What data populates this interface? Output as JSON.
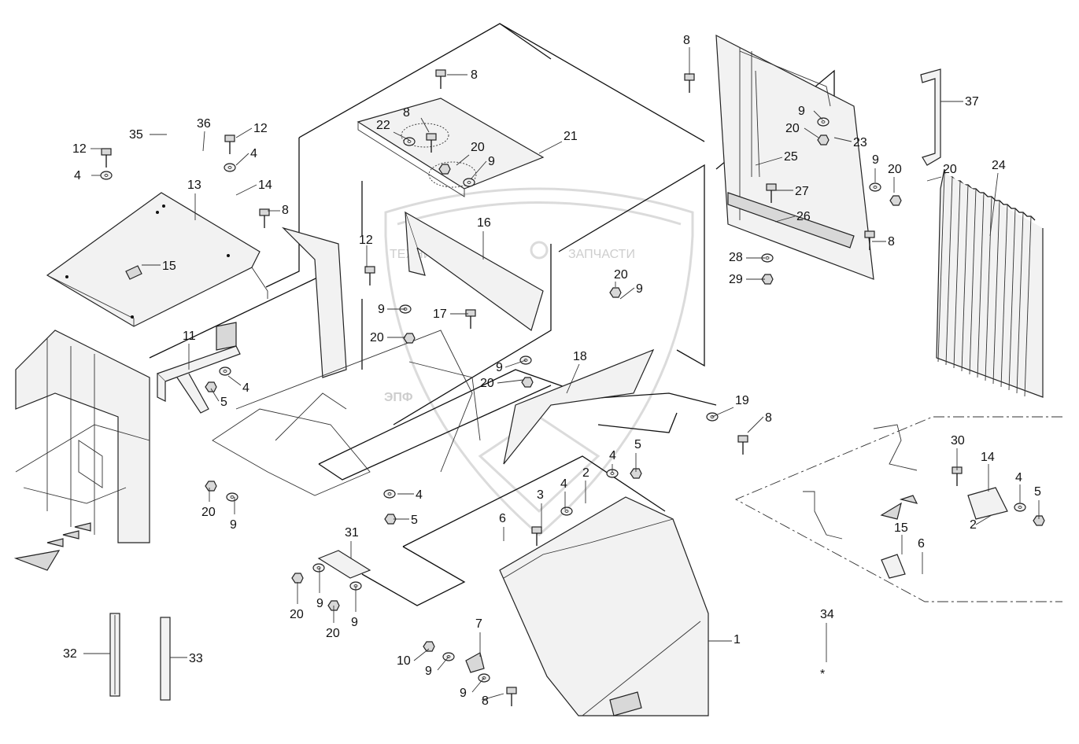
{
  "watermark": {
    "line1_left": "ТЕХНИКА",
    "line1_right": "ЗАПЧАСТИ",
    "logo": "ЭПФ"
  },
  "callouts": [
    {
      "id": "c8a",
      "text": "8"
    },
    {
      "id": "c8b",
      "text": "8"
    },
    {
      "id": "c8c",
      "text": "8"
    },
    {
      "id": "c8d",
      "text": "8"
    },
    {
      "id": "c8e",
      "text": "8"
    },
    {
      "id": "c8f",
      "text": "8"
    },
    {
      "id": "c8g",
      "text": "8"
    },
    {
      "id": "c12a",
      "text": "12"
    },
    {
      "id": "c12b",
      "text": "12"
    },
    {
      "id": "c12c",
      "text": "12"
    },
    {
      "id": "c4a",
      "text": "4"
    },
    {
      "id": "c4b",
      "text": "4"
    },
    {
      "id": "c4c",
      "text": "4"
    },
    {
      "id": "c4d",
      "text": "4"
    },
    {
      "id": "c4e",
      "text": "4"
    },
    {
      "id": "c4f",
      "text": "4"
    },
    {
      "id": "c4g",
      "text": "4"
    },
    {
      "id": "c35",
      "text": "35"
    },
    {
      "id": "c36",
      "text": "36"
    },
    {
      "id": "c13",
      "text": "13"
    },
    {
      "id": "c14a",
      "text": "14"
    },
    {
      "id": "c14b",
      "text": "14"
    },
    {
      "id": "c15a",
      "text": "15"
    },
    {
      "id": "c15b",
      "text": "15"
    },
    {
      "id": "c22",
      "text": "22"
    },
    {
      "id": "c21",
      "text": "21"
    },
    {
      "id": "c20a",
      "text": "20"
    },
    {
      "id": "c20b",
      "text": "20"
    },
    {
      "id": "c20c",
      "text": "20"
    },
    {
      "id": "c20d",
      "text": "20"
    },
    {
      "id": "c20e",
      "text": "20"
    },
    {
      "id": "c20f",
      "text": "20"
    },
    {
      "id": "c20g",
      "text": "20"
    },
    {
      "id": "c20h",
      "text": "20"
    },
    {
      "id": "c20i",
      "text": "20"
    },
    {
      "id": "c20j",
      "text": "20"
    },
    {
      "id": "c9a",
      "text": "9"
    },
    {
      "id": "c9b",
      "text": "9"
    },
    {
      "id": "c9c",
      "text": "9"
    },
    {
      "id": "c9d",
      "text": "9"
    },
    {
      "id": "c9e",
      "text": "9"
    },
    {
      "id": "c9f",
      "text": "9"
    },
    {
      "id": "c9g",
      "text": "9"
    },
    {
      "id": "c9h",
      "text": "9"
    },
    {
      "id": "c9i",
      "text": "9"
    },
    {
      "id": "c9j",
      "text": "9"
    },
    {
      "id": "c9k",
      "text": "9"
    },
    {
      "id": "c16",
      "text": "16"
    },
    {
      "id": "c17",
      "text": "17"
    },
    {
      "id": "c18",
      "text": "18"
    },
    {
      "id": "c19",
      "text": "19"
    },
    {
      "id": "c11",
      "text": "11"
    },
    {
      "id": "c5a",
      "text": "5"
    },
    {
      "id": "c5b",
      "text": "5"
    },
    {
      "id": "c5c",
      "text": "5"
    },
    {
      "id": "c5d",
      "text": "5"
    },
    {
      "id": "c23",
      "text": "23"
    },
    {
      "id": "c25",
      "text": "25"
    },
    {
      "id": "c27",
      "text": "27"
    },
    {
      "id": "c26",
      "text": "26"
    },
    {
      "id": "c28",
      "text": "28"
    },
    {
      "id": "c29",
      "text": "29"
    },
    {
      "id": "c37",
      "text": "37"
    },
    {
      "id": "c24",
      "text": "24"
    },
    {
      "id": "c30",
      "text": "30"
    },
    {
      "id": "c2a",
      "text": "2"
    },
    {
      "id": "c2b",
      "text": "2"
    },
    {
      "id": "c3",
      "text": "3"
    },
    {
      "id": "c6a",
      "text": "6"
    },
    {
      "id": "c6b",
      "text": "6"
    },
    {
      "id": "c31",
      "text": "31"
    },
    {
      "id": "c1",
      "text": "1"
    },
    {
      "id": "c7",
      "text": "7"
    },
    {
      "id": "c10",
      "text": "10"
    },
    {
      "id": "c32",
      "text": "32"
    },
    {
      "id": "c33",
      "text": "33"
    },
    {
      "id": "c34",
      "text": "34"
    },
    {
      "id": "cstar",
      "text": "*"
    }
  ]
}
